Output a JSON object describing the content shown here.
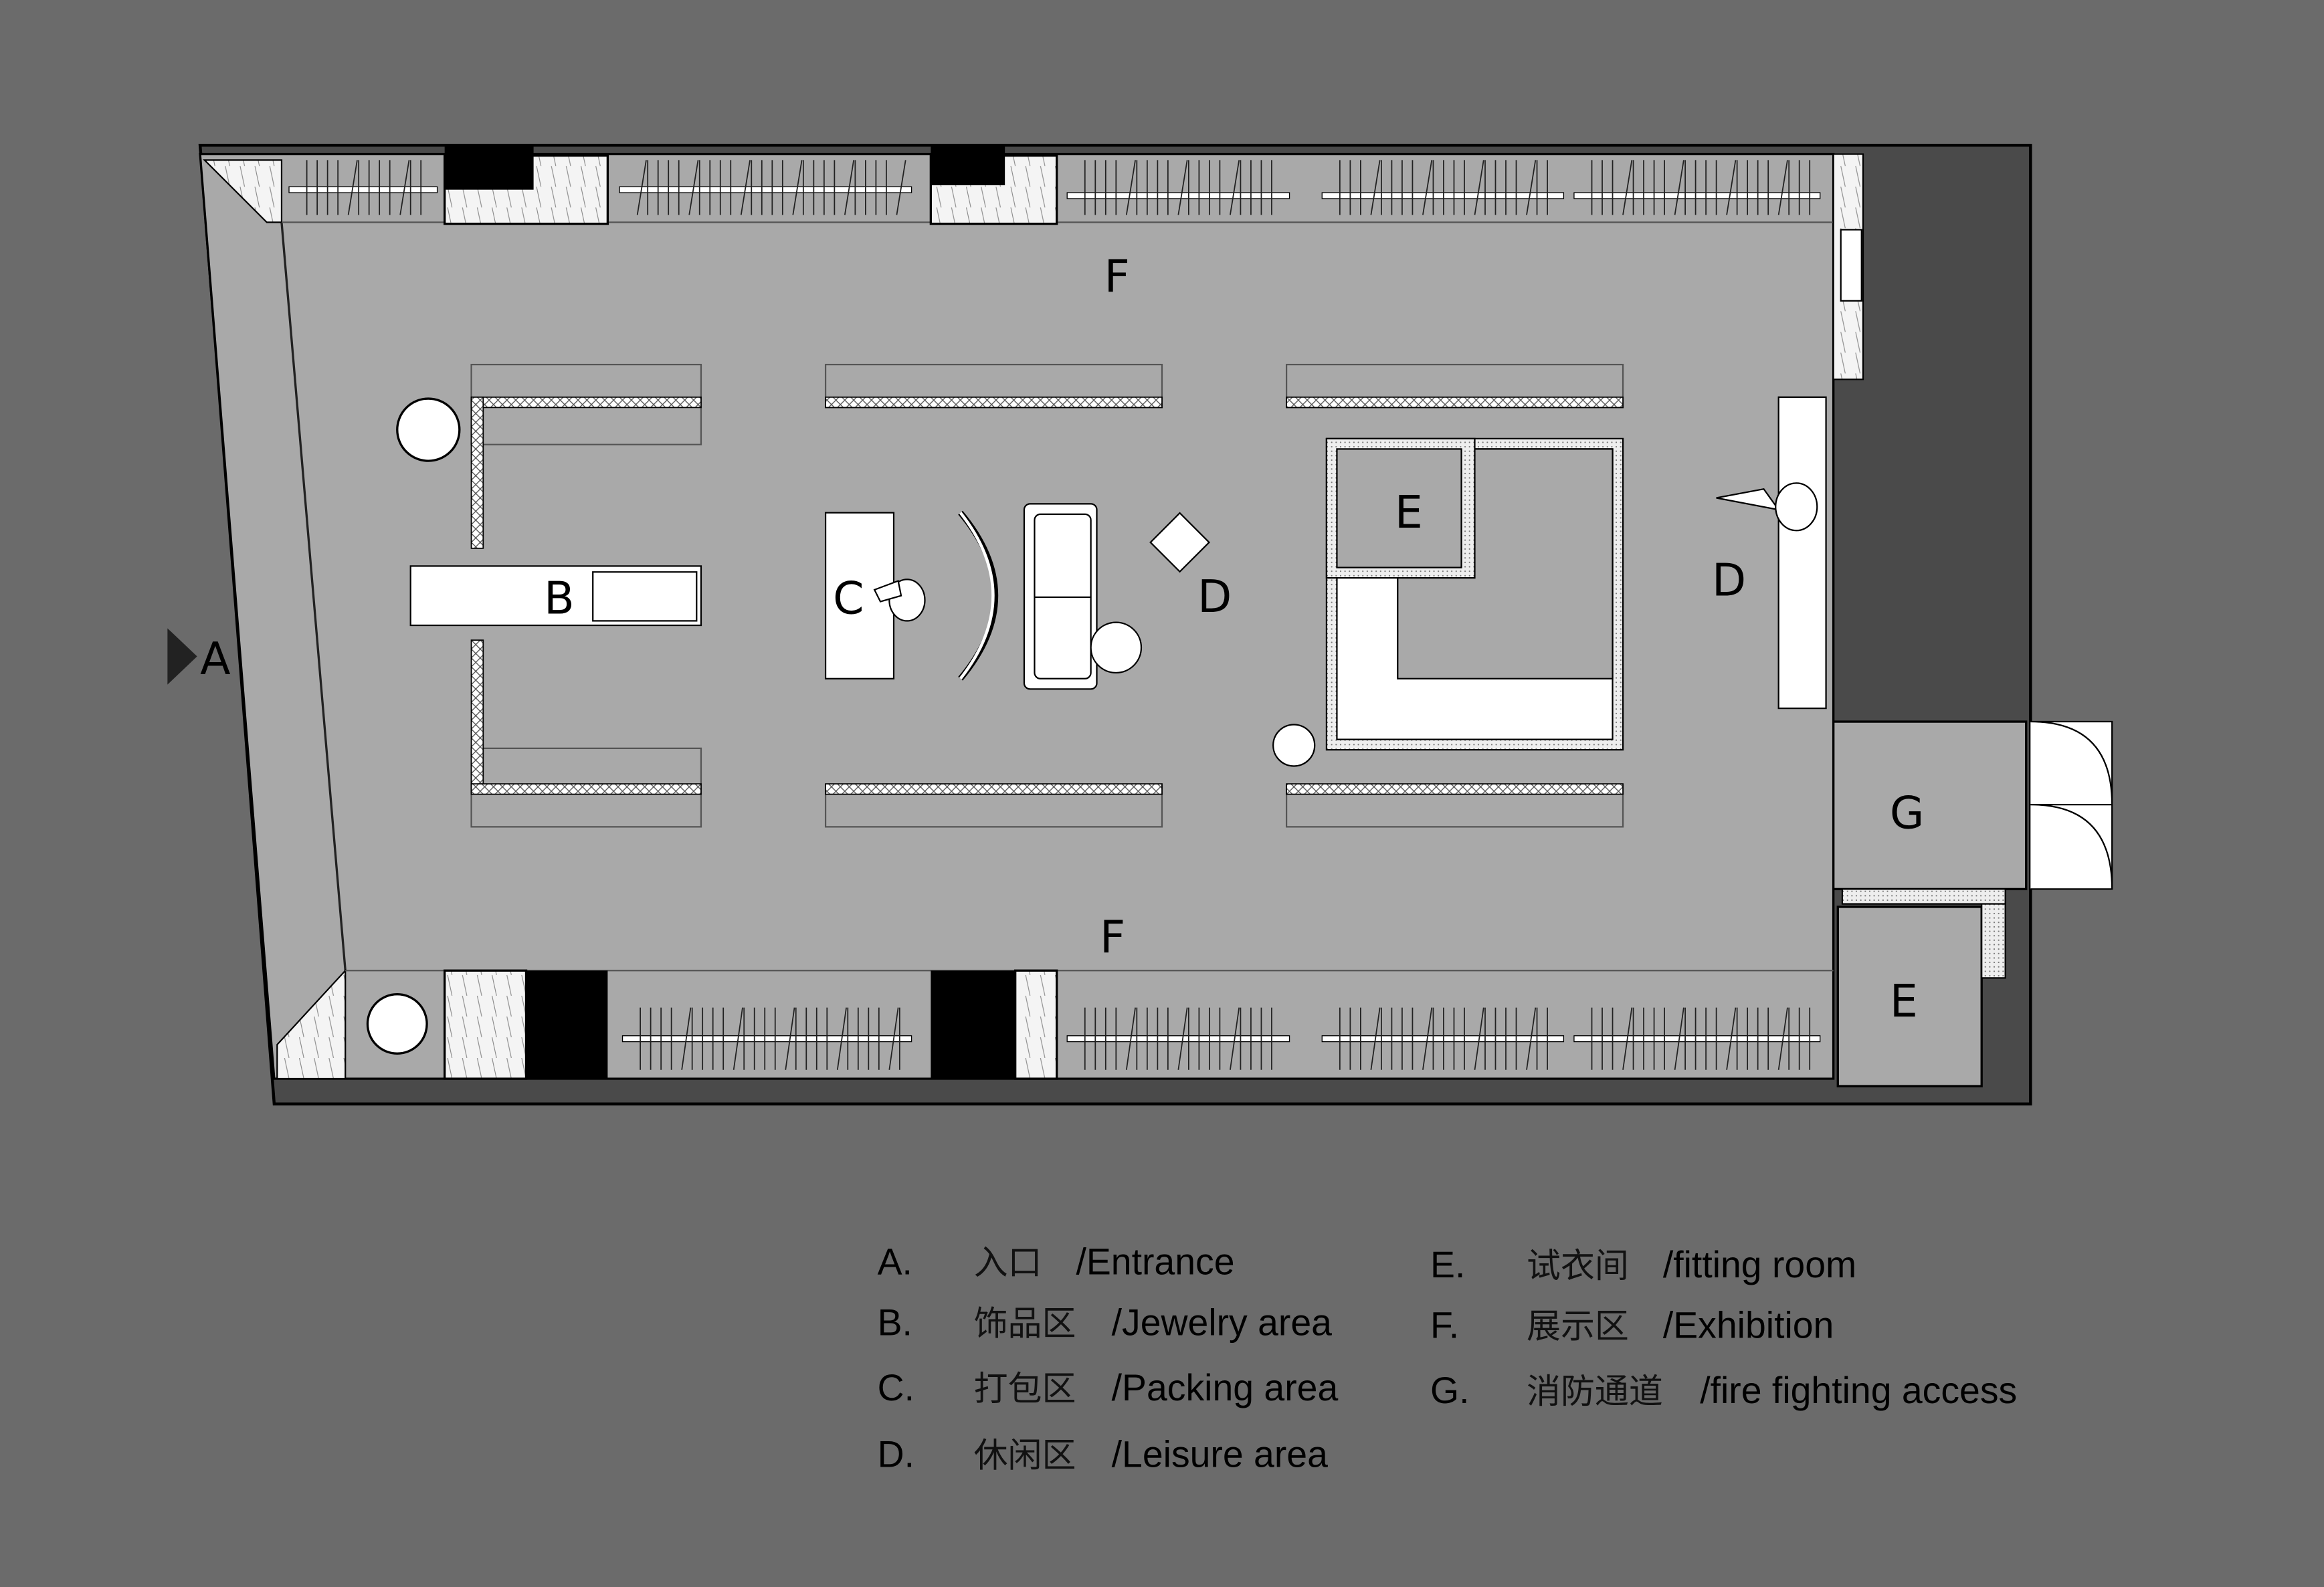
{
  "plan": {
    "labels": {
      "entrance": "A",
      "jewelry": "B",
      "packing": "C",
      "leisure_center": "D",
      "leisure_right": "D",
      "fitting_center": "E",
      "fitting_corner": "E",
      "exhibition_top": "F",
      "exhibition_bottom": "F",
      "fire_access": "G"
    }
  },
  "legend": {
    "items": [
      {
        "letter": "A.",
        "cn": "入口",
        "en": "/Entrance"
      },
      {
        "letter": "B.",
        "cn": "饰品区",
        "en": "/Jewelry area"
      },
      {
        "letter": "C.",
        "cn": "打包区",
        "en": "/Packing area"
      },
      {
        "letter": "D.",
        "cn": "休闲区",
        "en": "/Leisure area"
      },
      {
        "letter": "E.",
        "cn": "试衣间",
        "en": "/fitting room"
      },
      {
        "letter": "F.",
        "cn": "展示区",
        "en": "/Exhibition"
      },
      {
        "letter": "G.",
        "cn": "消防通道",
        "en": "/fire fighting access"
      }
    ]
  },
  "colors": {
    "background": "#6b6b6b",
    "floor": "#a9a9a9",
    "wall_dark": "#4a4a4a"
  }
}
